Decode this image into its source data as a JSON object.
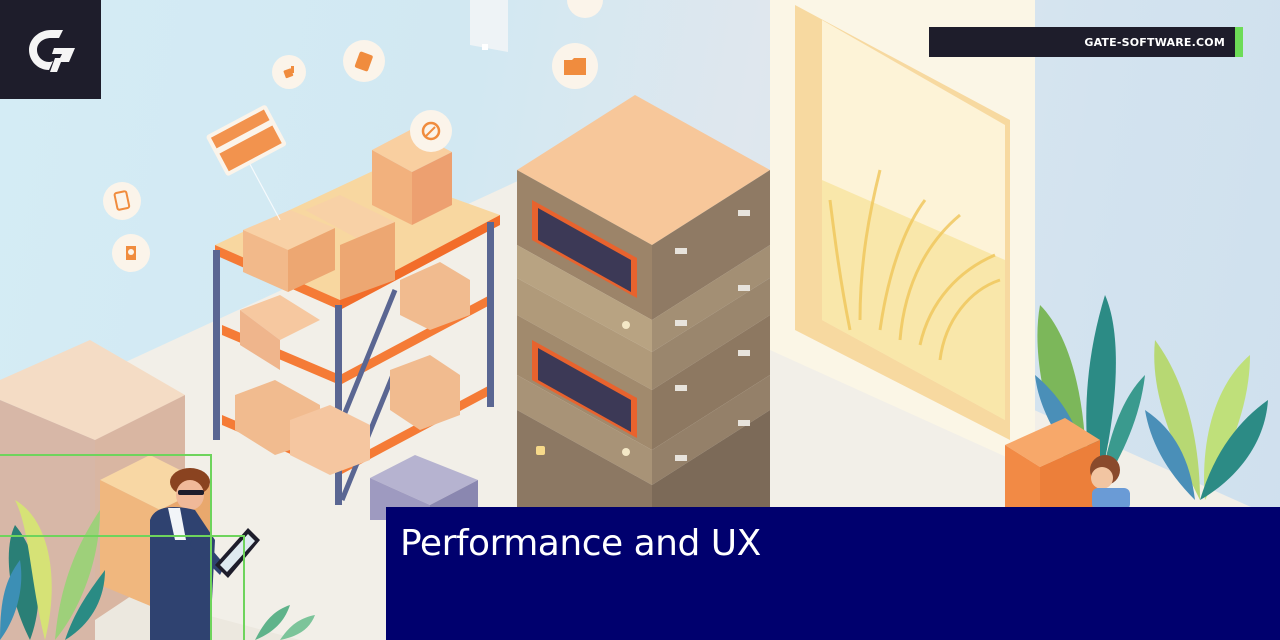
{
  "brand": {
    "logo_letter": "G",
    "logo_name": "gate-software-logo",
    "site_url": "GATE-SOFTWARE.COM"
  },
  "caption": {
    "title": "Performance and UX"
  },
  "illustration": {
    "subject": "isometric warehouse with server rack, storage shelves, boxes, plants and workers",
    "floating_icons": [
      "tool-icon",
      "document-icon",
      "folder-icon",
      "card-icon",
      "clock-icon",
      "tablet-icon",
      "badge-icon",
      "screen-icon"
    ]
  },
  "colors": {
    "dark_panel": "#1e1d2b",
    "accent_green": "#6ddc57",
    "caption_navy": "#00006e",
    "box_orange": "#f5b27a",
    "shelf_orange": "#f57b36",
    "rack_frame": "#5a6692",
    "server_brown": "#8b7a66"
  }
}
